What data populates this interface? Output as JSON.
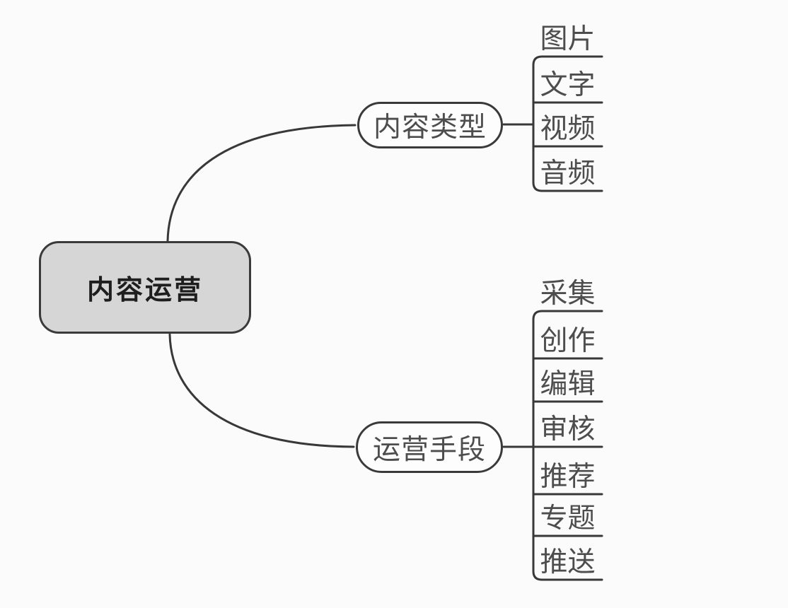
{
  "diagram": {
    "type": "mindmap",
    "root": {
      "label": "内容运营"
    },
    "branches": [
      {
        "label": "内容类型",
        "children": [
          "图片",
          "文字",
          "视频",
          "音频"
        ]
      },
      {
        "label": "运营手段",
        "children": [
          "采集",
          "创作",
          "编辑",
          "审核",
          "推荐",
          "专题",
          "推送"
        ]
      }
    ],
    "colors": {
      "background": "#fbfbfb",
      "line": "#383838",
      "root_fill": "#d6d6d6",
      "root_border": "#3a3a3a",
      "root_text": "#1e1e1e",
      "branch_fill": "#fdfdfd",
      "branch_border": "#3a3a3a",
      "branch_text": "#4d4d4d",
      "leaf_text": "#4d4d4d"
    }
  }
}
